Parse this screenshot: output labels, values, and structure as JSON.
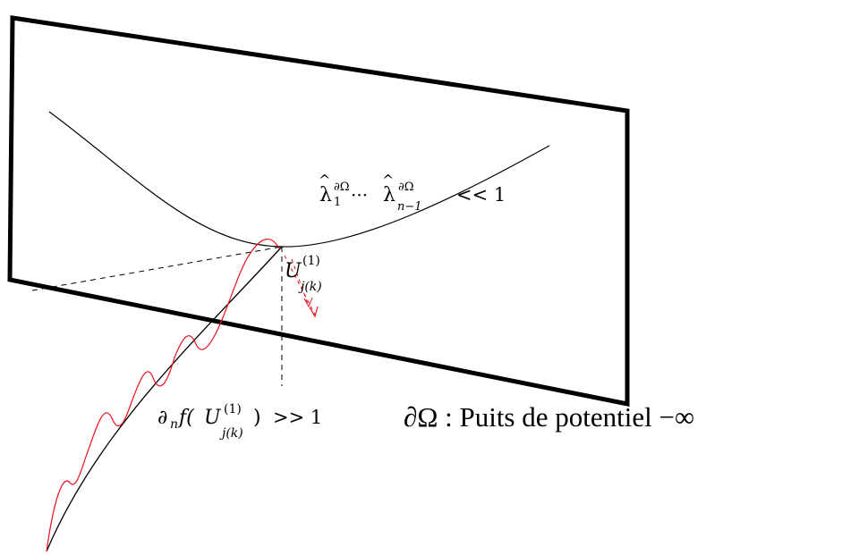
{
  "labels": {
    "eigen": {
      "lambda": "λ",
      "hat": "^",
      "sup": "∂Ω",
      "sub_first": "1",
      "dots": "···",
      "sub_last": "n−1",
      "rel": "<< 1"
    },
    "point": {
      "base": "U",
      "sup": "(1)",
      "sub": "j(k)"
    },
    "gradient": {
      "prefix": "∂",
      "prefix_sub": "n",
      "func": "f(",
      "base": "U",
      "sup": "(1)",
      "sub": "j(k)",
      "close": ")",
      "rel": ">> 1"
    },
    "caption": "∂Ω : Puits de potentiel −∞"
  },
  "colors": {
    "ink": "#000000",
    "oscillation": "#e8141c"
  }
}
